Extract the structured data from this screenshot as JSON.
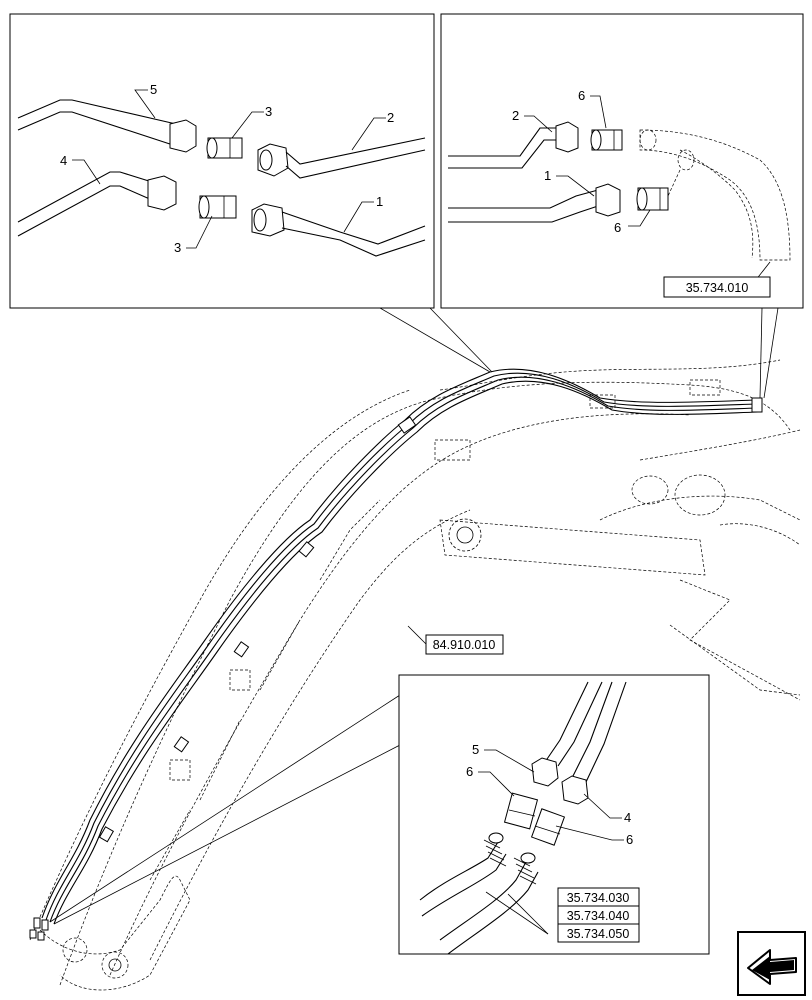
{
  "diagram": {
    "detail_top_left": {
      "callouts": [
        {
          "id": "cl-5",
          "text": "5"
        },
        {
          "id": "cl-3a",
          "text": "3"
        },
        {
          "id": "cl-2",
          "text": "2"
        },
        {
          "id": "cl-4",
          "text": "4"
        },
        {
          "id": "cl-1",
          "text": "1"
        },
        {
          "id": "cl-3b",
          "text": "3"
        }
      ]
    },
    "detail_top_right": {
      "callouts": [
        {
          "id": "cr-6a",
          "text": "6"
        },
        {
          "id": "cr-2",
          "text": "2"
        },
        {
          "id": "cr-1",
          "text": "1"
        },
        {
          "id": "cr-6b",
          "text": "6"
        }
      ],
      "reference": "35.734.010"
    },
    "main_view": {
      "reference": "84.910.010"
    },
    "detail_bottom": {
      "callouts": [
        {
          "id": "cb-5",
          "text": "5"
        },
        {
          "id": "cb-6a",
          "text": "6"
        },
        {
          "id": "cb-4",
          "text": "4"
        },
        {
          "id": "cb-6b",
          "text": "6"
        }
      ],
      "references": [
        "35.734.030",
        "35.734.040",
        "35.734.050"
      ]
    },
    "nav_icon": "arrow-left-icon"
  }
}
